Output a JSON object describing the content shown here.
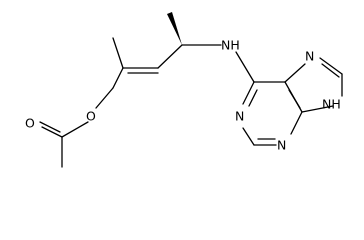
{
  "molecule": {
    "atoms": {
      "ester_oxygen": "O",
      "carbonyl_oxygen": "O",
      "amine": "NH",
      "purine_n1": "N",
      "purine_n3": "N",
      "imidazole_n7": "N",
      "imidazole_n9": "NH"
    },
    "stereo": {
      "wedge_bond": "solid-wedge"
    },
    "colors": {
      "bond": "#000000",
      "label": "#000000",
      "background": "#ffffff"
    }
  }
}
